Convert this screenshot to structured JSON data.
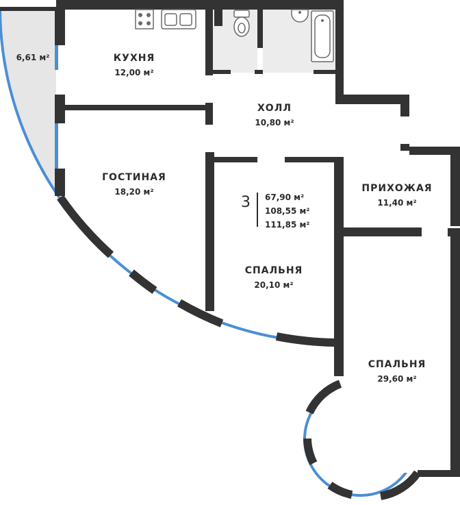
{
  "colors": {
    "wall": "#333333",
    "window": "#4a8fd4",
    "balcony": "#e6e6e6",
    "wet_zone": "#ececec"
  },
  "apartment": {
    "rooms_count": "3",
    "living_area": "67,90 м²",
    "total_area": "108,55 м²",
    "total_with_balcony": "111,85 м²"
  },
  "rooms": {
    "balcony": {
      "area": "6,61 м²"
    },
    "kitchen": {
      "name": "КУХНЯ",
      "area": "12,00 м²"
    },
    "hall": {
      "name": "ХОЛЛ",
      "area": "10,80 м²"
    },
    "living": {
      "name": "ГОСТИНАЯ",
      "area": "18,20 м²"
    },
    "entrance": {
      "name": "ПРИХОЖАЯ",
      "area": "11,40 м²"
    },
    "bedroom_small": {
      "name": "СПАЛЬНЯ",
      "area": "20,10 м²"
    },
    "bedroom_large": {
      "name": "СПАЛЬНЯ",
      "area": "29,60 м²"
    }
  },
  "icons": [
    "stove-icon",
    "sink-icon",
    "toilet-icon",
    "washbasin-icon",
    "bathtub-icon"
  ]
}
